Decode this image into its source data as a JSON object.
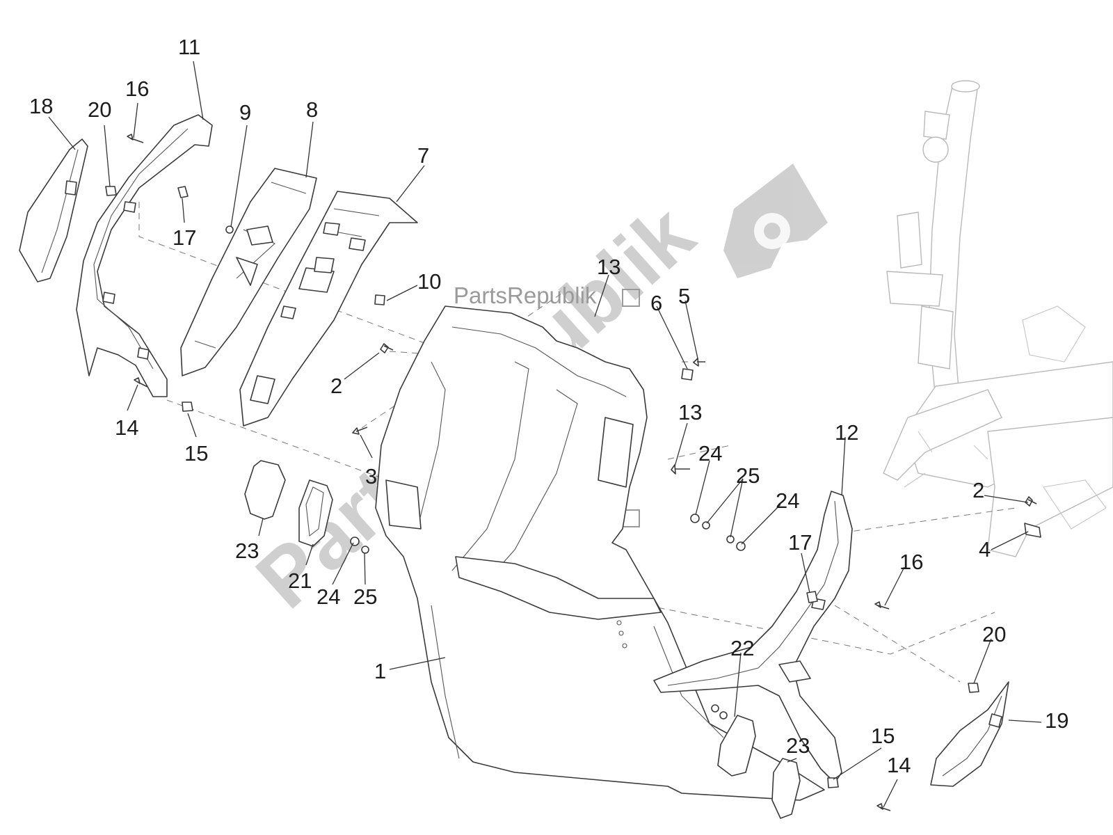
{
  "watermark": {
    "brand_text": "PartsRepublik",
    "diagonal_text": "PartsRepublik"
  },
  "callouts": {
    "p1": "1",
    "p2a": "2",
    "p2b": "2",
    "p3": "3",
    "p4": "4",
    "p5": "5",
    "p6": "6",
    "p7": "7",
    "p8": "8",
    "p9": "9",
    "p10": "10",
    "p11": "11",
    "p12": "12",
    "p13a": "13",
    "p13b": "13",
    "p14a": "14",
    "p14b": "14",
    "p15a": "15",
    "p15b": "15",
    "p16a": "16",
    "p16b": "16",
    "p17a": "17",
    "p17b": "17",
    "p18": "18",
    "p19": "19",
    "p20a": "20",
    "p20b": "20",
    "p21": "21",
    "p22": "22",
    "p23a": "23",
    "p23b": "23",
    "p24a": "24",
    "p24b": "24",
    "p24c": "24",
    "p25a": "25",
    "p25b": "25"
  },
  "colors": {
    "line": "#3a3a3a",
    "frame": "#b9b9b9",
    "watermark": "#8f8f8f"
  }
}
